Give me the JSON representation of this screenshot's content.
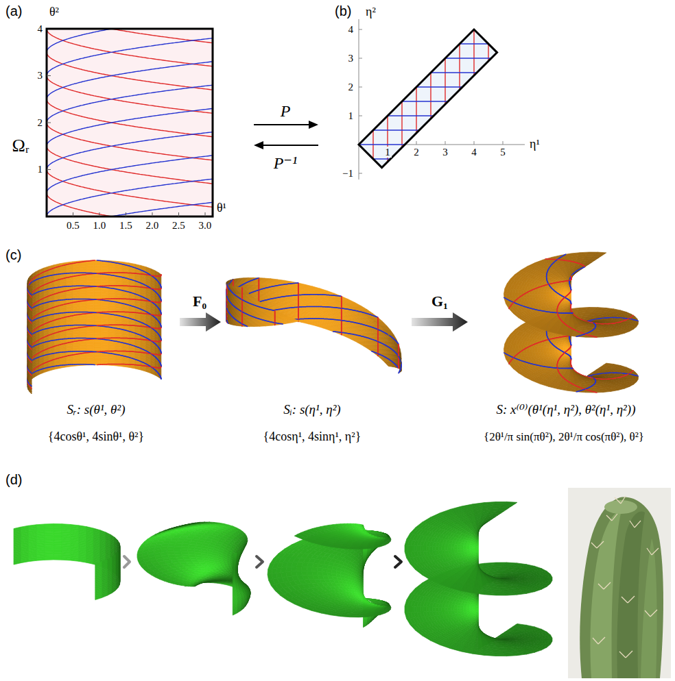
{
  "diagram": {
    "labels": [
      "(a)",
      "θ²",
      "4",
      "3",
      "2",
      "1",
      "Ωᵣ",
      "0.5",
      "1.0",
      "1.5",
      "2.0",
      "2.5",
      "3.0",
      "θ¹",
      "P",
      "P⁻¹",
      "(b)",
      "η²",
      "4",
      "3",
      "2",
      "1",
      "−1",
      "1",
      "2",
      "3",
      "4",
      "5",
      "η¹",
      "(c)",
      "F₀",
      "G₁",
      "Sᵣ: s(θ¹, θ²)",
      "{4cosθ¹, 4sinθ¹, θ²}",
      "Sᵢ: s(η¹, η²)",
      "{4cosη¹, 4sinη¹, η²}",
      "S: x⁽⁰⁾(θ¹(η¹, η²), θ²(η¹, η²))",
      "{2θ¹/π sin(πθ²), 2θ¹/π cos(πθ²), θ²}",
      "(d)"
    ]
  }
}
